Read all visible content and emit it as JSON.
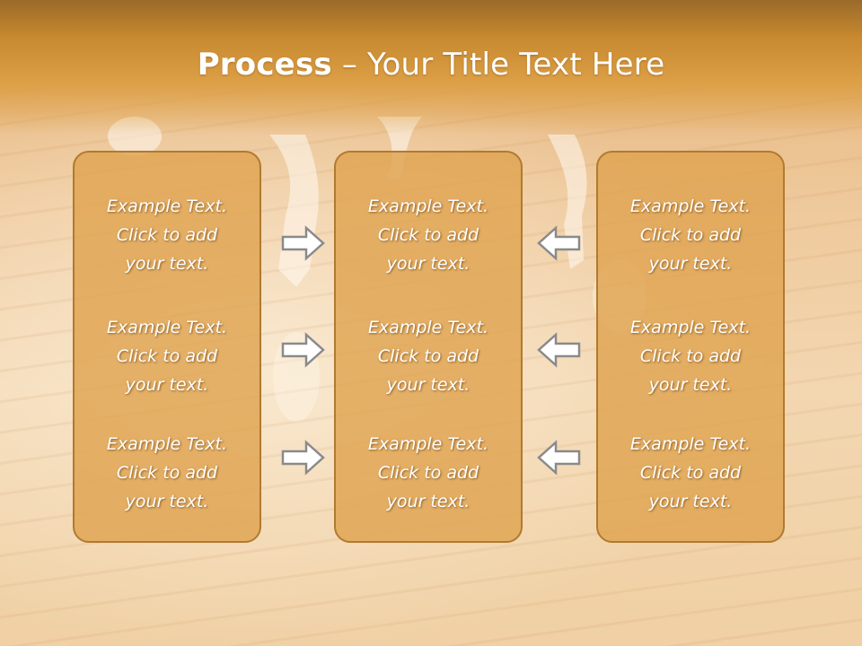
{
  "slide": {
    "title_bold": "Process",
    "title_rest": " – Your Title Text Here"
  },
  "colors": {
    "header": "#dda047",
    "panel_fill": "#dfa350",
    "panel_border": "#b07a30",
    "text": "#ffffff",
    "arrow_stroke": "#8a8a8a"
  },
  "columns": [
    {
      "items": [
        {
          "line1": "Example Text.",
          "line2": "Click  to add",
          "line3": "your text."
        },
        {
          "line1": "Example Text.",
          "line2": "Click  to add",
          "line3": "your text."
        },
        {
          "line1": "Example Text.",
          "line2": "Click  to add",
          "line3": "your text."
        }
      ]
    },
    {
      "items": [
        {
          "line1": "Example Text.",
          "line2": "Click  to add",
          "line3": "your text."
        },
        {
          "line1": "Example Text.",
          "line2": "Click  to add",
          "line3": "your text."
        },
        {
          "line1": "Example Text.",
          "line2": "Click  to add",
          "line3": "your text."
        }
      ]
    },
    {
      "items": [
        {
          "line1": "Example Text.",
          "line2": "Click  to add",
          "line3": "your text."
        },
        {
          "line1": "Example Text.",
          "line2": "Click  to add",
          "line3": "your text."
        },
        {
          "line1": "Example Text.",
          "line2": "Click  to add",
          "line3": "your text."
        }
      ]
    }
  ],
  "arrows": {
    "left_group": "arrow-right-icon",
    "right_group": "arrow-left-icon"
  }
}
